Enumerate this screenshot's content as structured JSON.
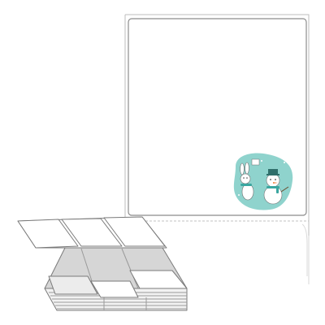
{
  "product": {
    "label_shape": "rectangle",
    "layout": "single-label-sheet-with-fanfold-stack",
    "sample_artwork": {
      "icon": "bunny-and-snowman-illustration",
      "caption": "",
      "blob_color": "#8fd3cd"
    },
    "stack_icon": "fanfold-label-stack-icon"
  },
  "colors": {
    "background": "#ffffff",
    "sheet_border": "#9a9a9a",
    "label_border": "#8c8c8c",
    "backing_fill": "#d6d6d6",
    "accent": "#8fd3cd"
  }
}
